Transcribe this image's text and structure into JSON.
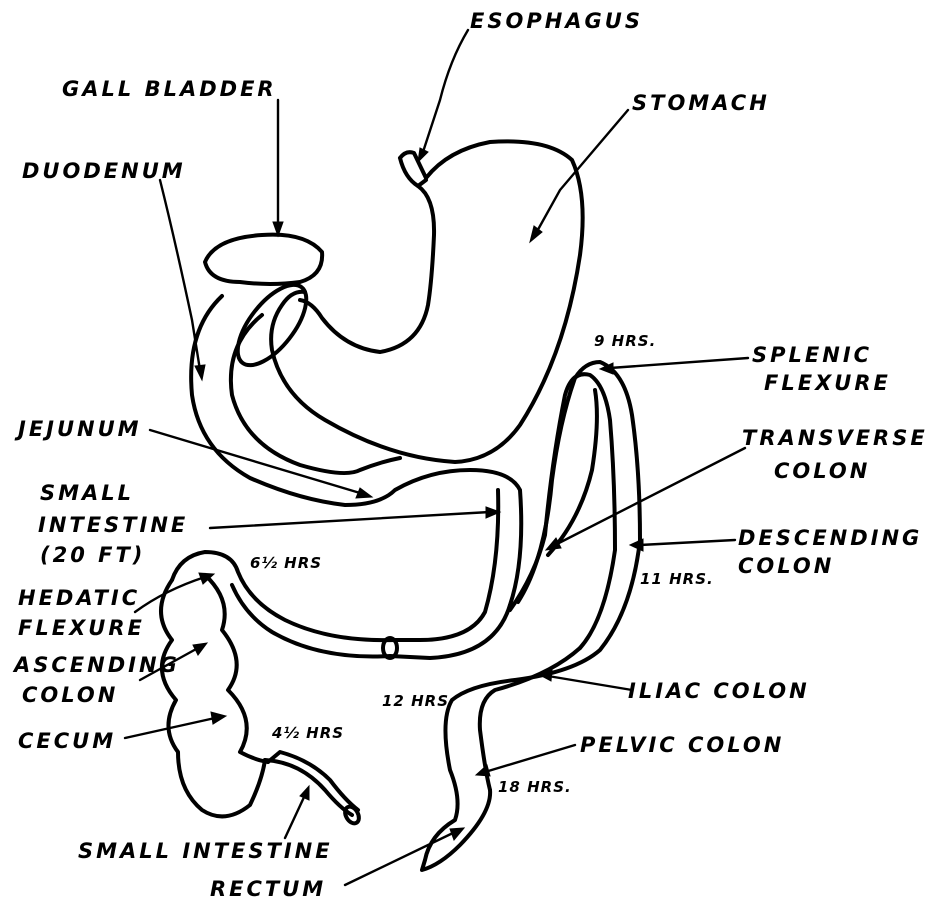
{
  "labels": {
    "esophagus": "ESOPHAGUS",
    "stomach": "STOMACH",
    "gall_bladder": "GALL BLADDER",
    "duodenum": "DUODENUM",
    "jejunum": "JEJUNUM",
    "small_intestine_top": [
      "SMALL",
      "INTESTINE",
      "(20 FT)"
    ],
    "splenic_flexure": [
      "SPLENIC",
      "FLEXURE"
    ],
    "transverse_colon": [
      "TRANSVERSE",
      "COLON"
    ],
    "descending_colon": [
      "DESCENDING",
      "COLON"
    ],
    "hepatic_flexure": [
      "HEDATIC",
      "FLEXURE"
    ],
    "ascending_colon": [
      "ASCENDING",
      "COLON"
    ],
    "cecum": "CECUM",
    "iliac_colon": "ILIAC COLON",
    "pelvic_colon": "PELVIC COLON",
    "small_intestine_bottom": "SMALL INTESTINE",
    "rectum": "RECTUM"
  },
  "times": {
    "t9": "9 HRS.",
    "t6": "6½ HRS",
    "t11": "11 HRS.",
    "t12": "12 HRS",
    "t4": "4½ HRS",
    "t18": "18 HRS."
  }
}
